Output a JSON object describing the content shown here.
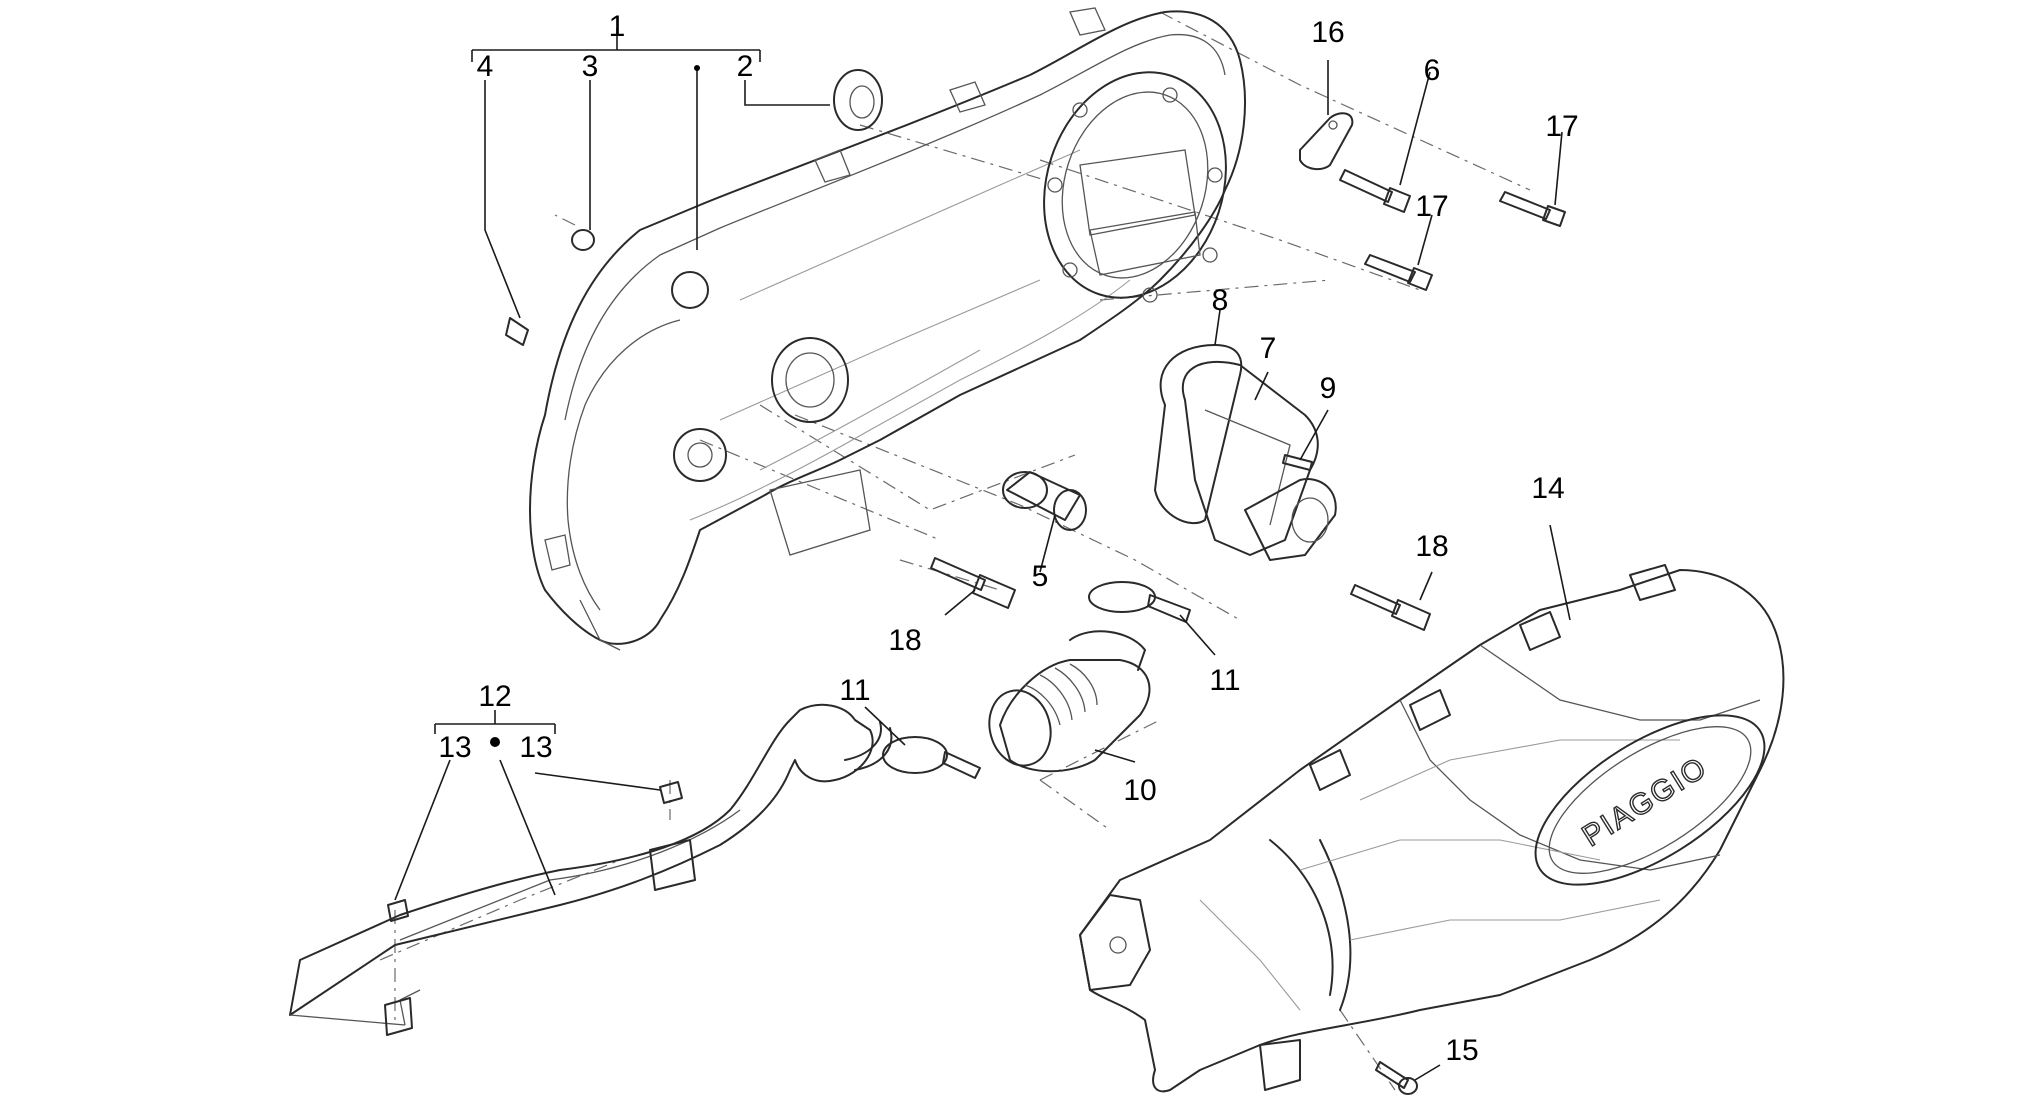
{
  "labels": {
    "l1": "1",
    "l2": "2",
    "l3": "3",
    "l4": "4",
    "l5": "5",
    "l6": "6",
    "l7": "7",
    "l8": "8",
    "l9": "9",
    "l10": "10",
    "l11a": "11",
    "l11b": "11",
    "l12": "12",
    "l13a": "13",
    "l13b": "13",
    "l14": "14",
    "l15": "15",
    "l16": "16",
    "l17a": "17",
    "l17b": "17",
    "l18a": "18",
    "l18b": "18"
  },
  "logo_text": "PIAGGIO",
  "colors": {
    "line": "#2a2a2a",
    "text": "#000000",
    "background": "#ffffff"
  }
}
